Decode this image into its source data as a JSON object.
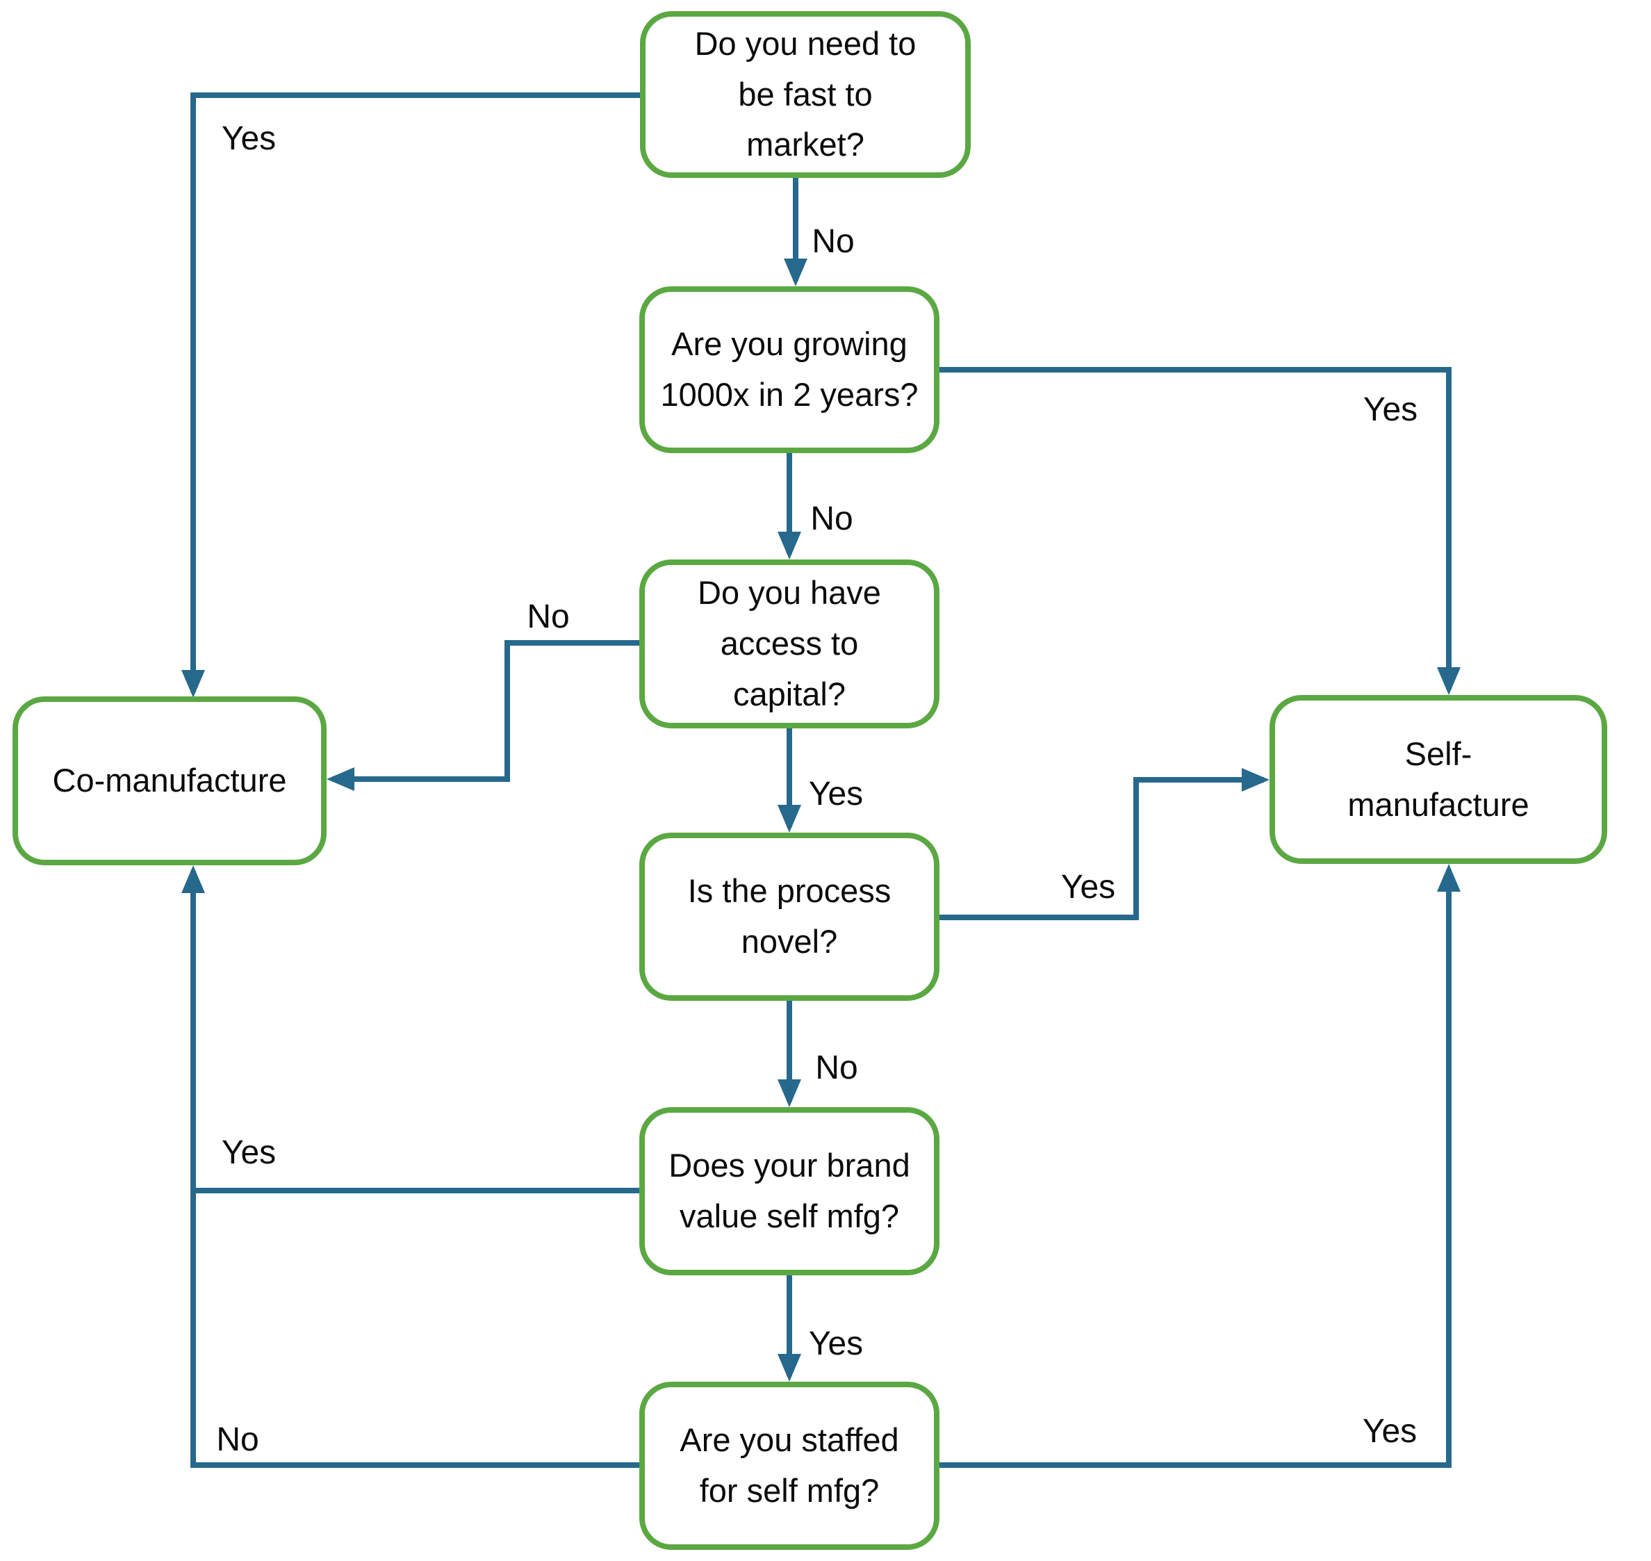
{
  "diagram_type": "decision-flowchart",
  "colors": {
    "box_border": "#5BA843",
    "box_fill": "#FFFFFF",
    "connector": "#26698C",
    "text": "#0B0B0B",
    "background": "#FFFFFF"
  },
  "nodes": [
    {
      "id": "fast",
      "label": "Do you need to\nbe fast to\nmarket?"
    },
    {
      "id": "growing",
      "label": "Are you growing\n1000x in 2 years?"
    },
    {
      "id": "capital",
      "label": "Do you have\naccess to\ncapital?"
    },
    {
      "id": "novel",
      "label": "Is the process\nnovel?"
    },
    {
      "id": "brand",
      "label": "Does your brand\nvalue self mfg?"
    },
    {
      "id": "staffed",
      "label": "Are you staffed\nfor self mfg?"
    },
    {
      "id": "comanufacture",
      "label": "Co-manufacture"
    },
    {
      "id": "selfmanufacture",
      "label": "Self-\nmanufacture"
    }
  ],
  "edges": [
    {
      "from": "fast",
      "to": "comanufacture",
      "label": "Yes"
    },
    {
      "from": "fast",
      "to": "growing",
      "label": "No"
    },
    {
      "from": "growing",
      "to": "selfmanufacture",
      "label": "Yes"
    },
    {
      "from": "growing",
      "to": "capital",
      "label": "No"
    },
    {
      "from": "capital",
      "to": "comanufacture",
      "label": "No"
    },
    {
      "from": "capital",
      "to": "novel",
      "label": "Yes"
    },
    {
      "from": "novel",
      "to": "selfmanufacture",
      "label": "Yes"
    },
    {
      "from": "novel",
      "to": "brand",
      "label": "No"
    },
    {
      "from": "brand",
      "to": "comanufacture",
      "label": "Yes"
    },
    {
      "from": "brand",
      "to": "staffed",
      "label": "Yes"
    },
    {
      "from": "staffed",
      "to": "comanufacture",
      "label": "No"
    },
    {
      "from": "staffed",
      "to": "selfmanufacture",
      "label": "Yes"
    }
  ]
}
